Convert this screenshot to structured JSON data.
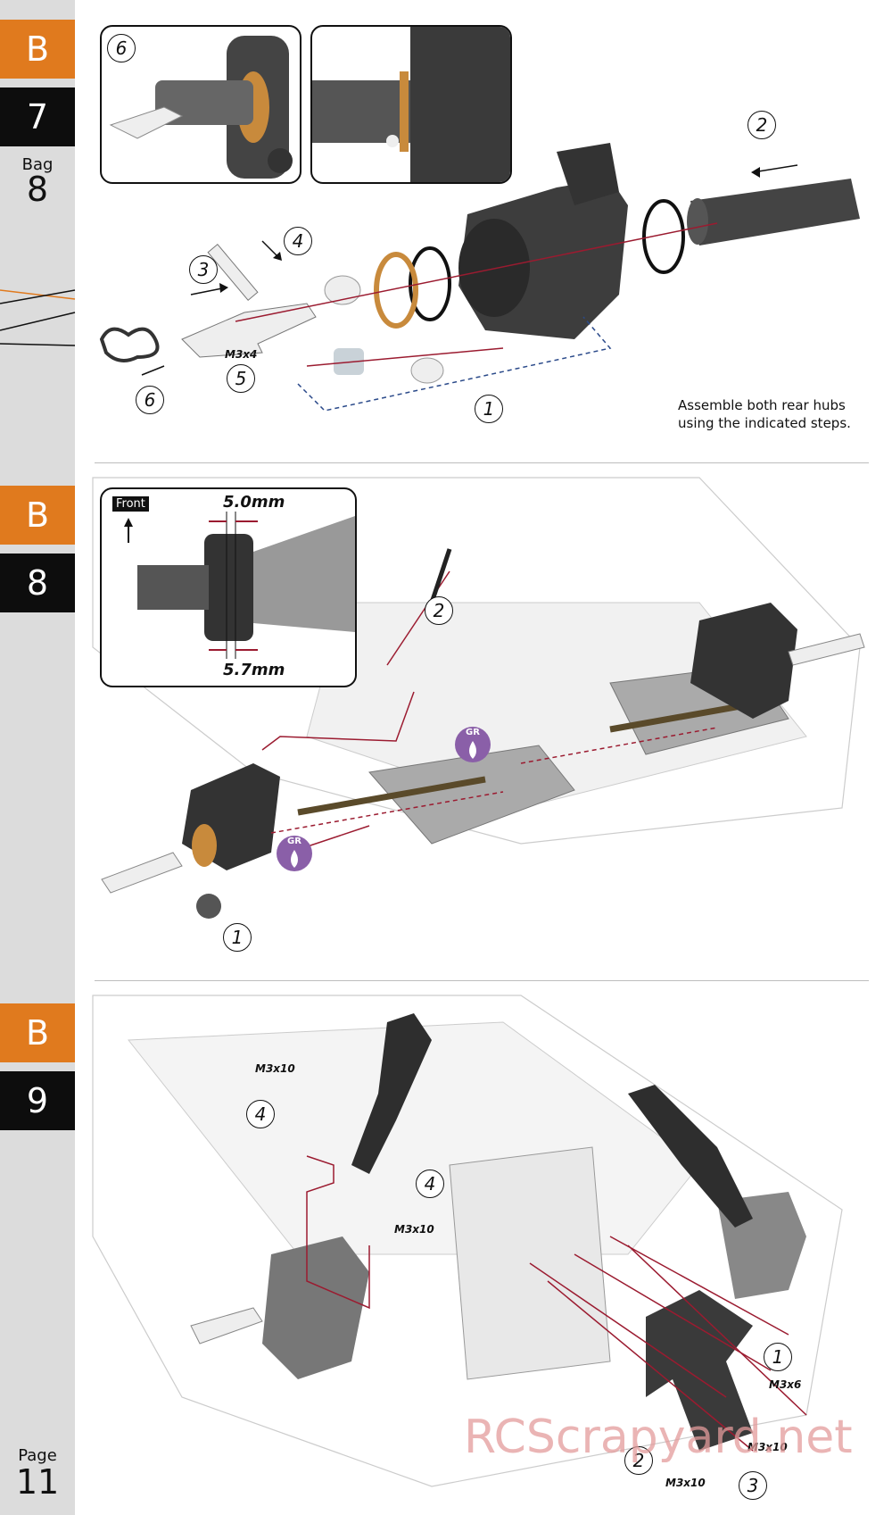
{
  "sidebar": {
    "sections": [
      {
        "section": "B",
        "step": "7"
      },
      {
        "section": "B",
        "step": "8"
      },
      {
        "section": "B",
        "step": "9"
      }
    ],
    "bag_label": "Bag",
    "bag_number": "8",
    "page_label": "Page",
    "page_number": "11"
  },
  "step7": {
    "callouts": [
      "6",
      "2",
      "4",
      "3",
      "5",
      "6",
      "1"
    ],
    "screw_label": "M3x4",
    "note_line1": "Assemble both rear hubs",
    "note_line2": "using the indicated steps."
  },
  "step8": {
    "front_label": "Front",
    "measure_top": "5.0mm",
    "measure_bottom": "5.7mm",
    "grease_label": "GR",
    "callouts": [
      "2",
      "1"
    ]
  },
  "step9": {
    "screw_labels": [
      "M3x10",
      "M3x10",
      "M3x6",
      "M3x10",
      "M3x10"
    ],
    "callouts": [
      "4",
      "4",
      "1",
      "2",
      "3"
    ]
  },
  "watermark": "RCScrapyard.net",
  "colors": {
    "section_orange": "#e07a1e",
    "step_black": "#0d0d0d",
    "sidebar_gray": "#dcdcdc",
    "leader_red": "#9b1b30",
    "grease_purple": "#8a5fa8"
  },
  "icons": [
    "arrow-icon",
    "grease-drop-icon"
  ]
}
